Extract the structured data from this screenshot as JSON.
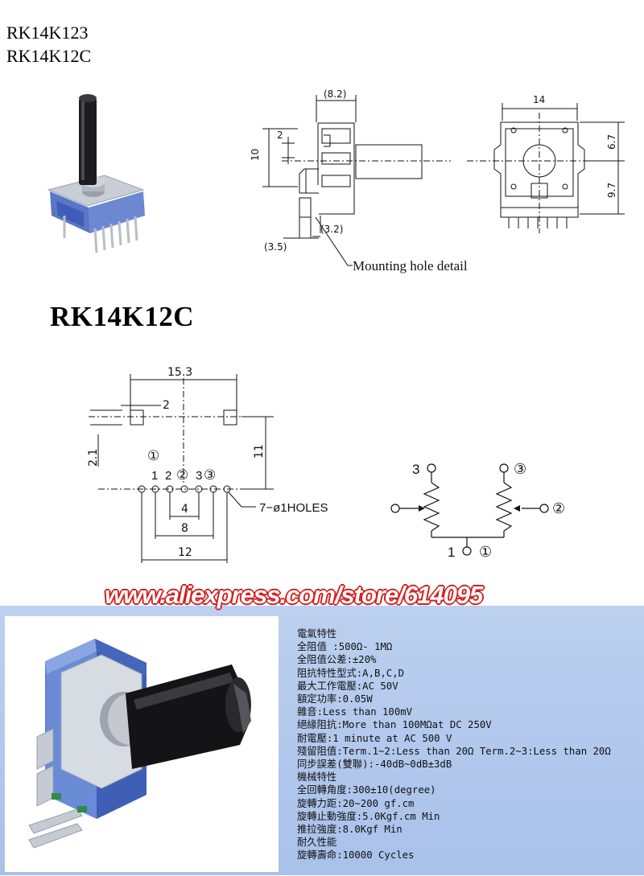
{
  "header": {
    "model_1": "RK14K123",
    "model_2": "RK14K12C"
  },
  "drawing_top": {
    "side_dims": {
      "width_8_2": "(8.2)",
      "dim_2": "2",
      "dim_10": "10",
      "dim_3_2": "(3.2)",
      "dim_3_5": "(3.5)"
    },
    "mounting_label": "Mounting hole detail",
    "front_dims": {
      "dim_14": "14",
      "dim_6_7": "6.7",
      "dim_9_7": "9.7"
    }
  },
  "section_title": "RK14K12C",
  "drawing_bottom": {
    "dim_15_3": "15.3",
    "dim_2": "2",
    "dim_2_1": "2.1",
    "dim_11": "11",
    "pin_circle_1": "①",
    "pin_circle_2": "②",
    "pin_circle_3": "③",
    "pin_1": "1",
    "pin_2": "2",
    "pin_3": "3",
    "holes_label": "7−ø1HOLES",
    "dim_4": "4",
    "dim_8": "8",
    "dim_12": "12"
  },
  "schematic": {
    "left_top": "3",
    "right_top": "③",
    "right_mid": "②",
    "bottom_num": "1",
    "bottom_circle": "①"
  },
  "watermark": "www.aliexpress.com/store/614095",
  "specs": [
    "電氣特性",
    "全阻值 :500Ω- 1MΩ",
    "全阻值公差:±20%",
    "阻抗特性型式:A,B,C,D",
    "最大工作電壓:AC 50V",
    "額定功率:0.05W",
    "雜音:Less than 100mV",
    "絕緣阻抗:More than 100MΩat DC 250V",
    "耐電壓:1 minute at AC 500 V",
    "殘留阻值:Term.1~2:Less than 20Ω Term.2~3:Less than 20Ω",
    "同步誤差(雙聯):-40dB~0dB±3dB",
    "機械特性",
    "全回轉角度:300±10(degree)",
    "旋轉力距:20~200 gf.cm",
    "旋轉止動強度:5.0Kgf.cm Min",
    "推拉強度:8.0Kgf Min",
    "耐久性能",
    "旋轉壽命:10000 Cycles"
  ],
  "colors": {
    "panel_bg": "#b3c8ec",
    "watermark_outline": "#d21f1f",
    "body_blue": "#4a6cc4"
  }
}
